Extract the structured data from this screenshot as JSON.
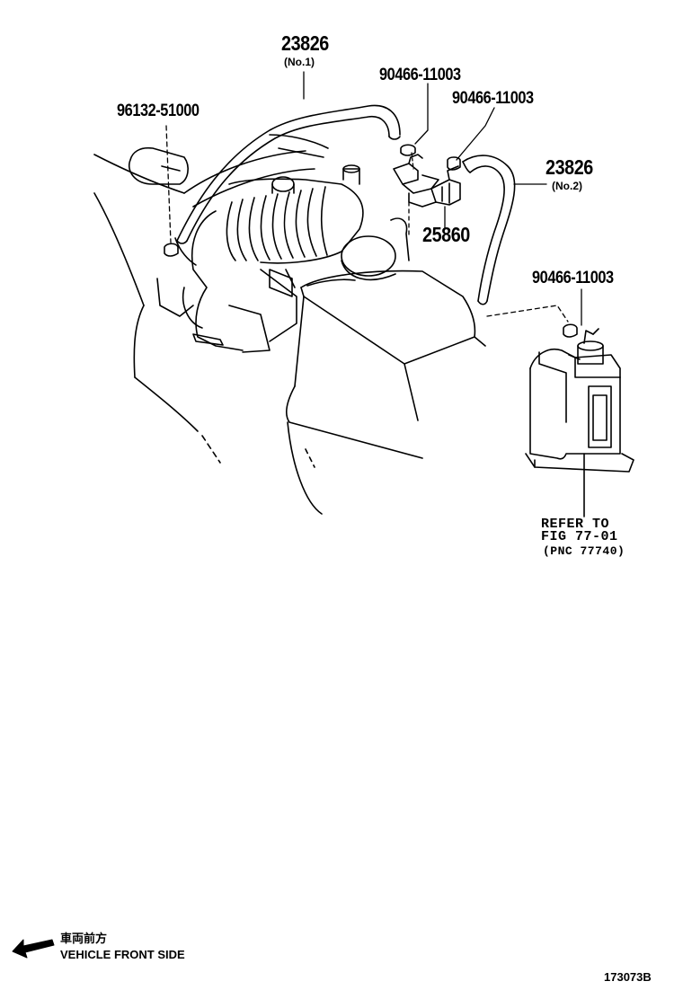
{
  "callouts": {
    "hose_no1_part": "23826",
    "hose_no1_sub": "(No.1)",
    "clamp_left": "96132-51000",
    "clip_a": "90466-11003",
    "clip_b": "90466-11003",
    "hose_no2_part": "23826",
    "hose_no2_sub": "(No.2)",
    "valve_part": "25860",
    "clip_c": "90466-11003"
  },
  "reference": {
    "line1": "REFER TO",
    "line2": "FIG 77-01",
    "line3": "(PNC 77740)"
  },
  "legend": {
    "cjk": "車両前方",
    "en": "VEHICLE FRONT SIDE",
    "arrow_icon": "arrow-left-icon"
  },
  "footer": {
    "code": "173073B"
  }
}
